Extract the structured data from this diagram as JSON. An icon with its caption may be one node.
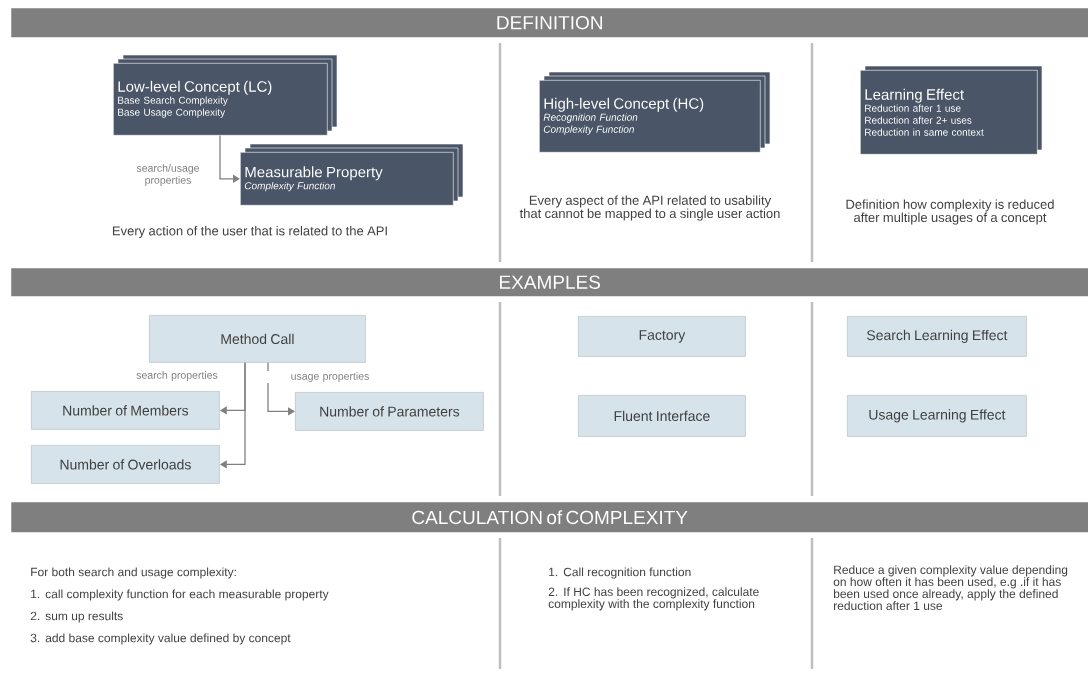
{
  "diagram": {
    "nodes": [
      {
        "text": [
          "DEFINITION"
        ]
      },
      {
        "text": [
          "Low-level Concept (LC)",
          "Base Search Complexity",
          "Base Usage Complexity"
        ]
      },
      {
        "text": [
          "Measurable Property",
          "Complexity Function"
        ]
      },
      {
        "text": [
          "High-level Concept (HC)",
          "Recognition Function",
          "Complexity Function"
        ]
      },
      {
        "text": [
          "Learning Effect",
          "Reduction after 1 use",
          "Reduction after 2+ uses",
          "Reduction in same context"
        ]
      },
      {
        "text": [
          "EXAMPLES"
        ]
      },
      {
        "text": [
          "Method Call"
        ]
      },
      {
        "text": [
          "Number of Members"
        ]
      },
      {
        "text": [
          "Number of Parameters"
        ]
      },
      {
        "text": [
          "Number of Overloads"
        ]
      },
      {
        "text": [
          "Factory"
        ]
      },
      {
        "text": [
          "Fluent Interface"
        ]
      },
      {
        "text": [
          "Search Learning Effect"
        ]
      },
      {
        "text": [
          "Usage Learning Effect"
        ]
      },
      {
        "text": [
          "CALCULATION of COMPLEXITY"
        ]
      }
    ],
    "edges": [
      {
        "from": 1,
        "to": 2,
        "arrow": "to",
        "label": "search/usage properties"
      },
      {
        "from": 6,
        "to": 7,
        "arrow": "to",
        "label": "search properties"
      },
      {
        "from": 6,
        "to": 9,
        "arrow": "to"
      },
      {
        "from": 6,
        "to": 8,
        "arrow": "to",
        "label": "usage properties"
      }
    ],
    "labels": [
      "Every action of the user that is related to the API",
      "Every aspect of the API related to usability that cannot be mapped to a single user action",
      "Definition how complexity is reduced after multiple usages of a concept",
      "For both search and usage complexity:",
      "1. call complexity function for each measurable property",
      "2. sum up results",
      "3. add base complexity value defined by concept",
      "1. Call recognition function",
      "2. If HC has been recognized, calculate complexity with the complexity function",
      "Reduce a given complexity value depending on how often it has been used, e.g .if it has been used once already, apply the defined reduction after 1 use"
    ]
  }
}
